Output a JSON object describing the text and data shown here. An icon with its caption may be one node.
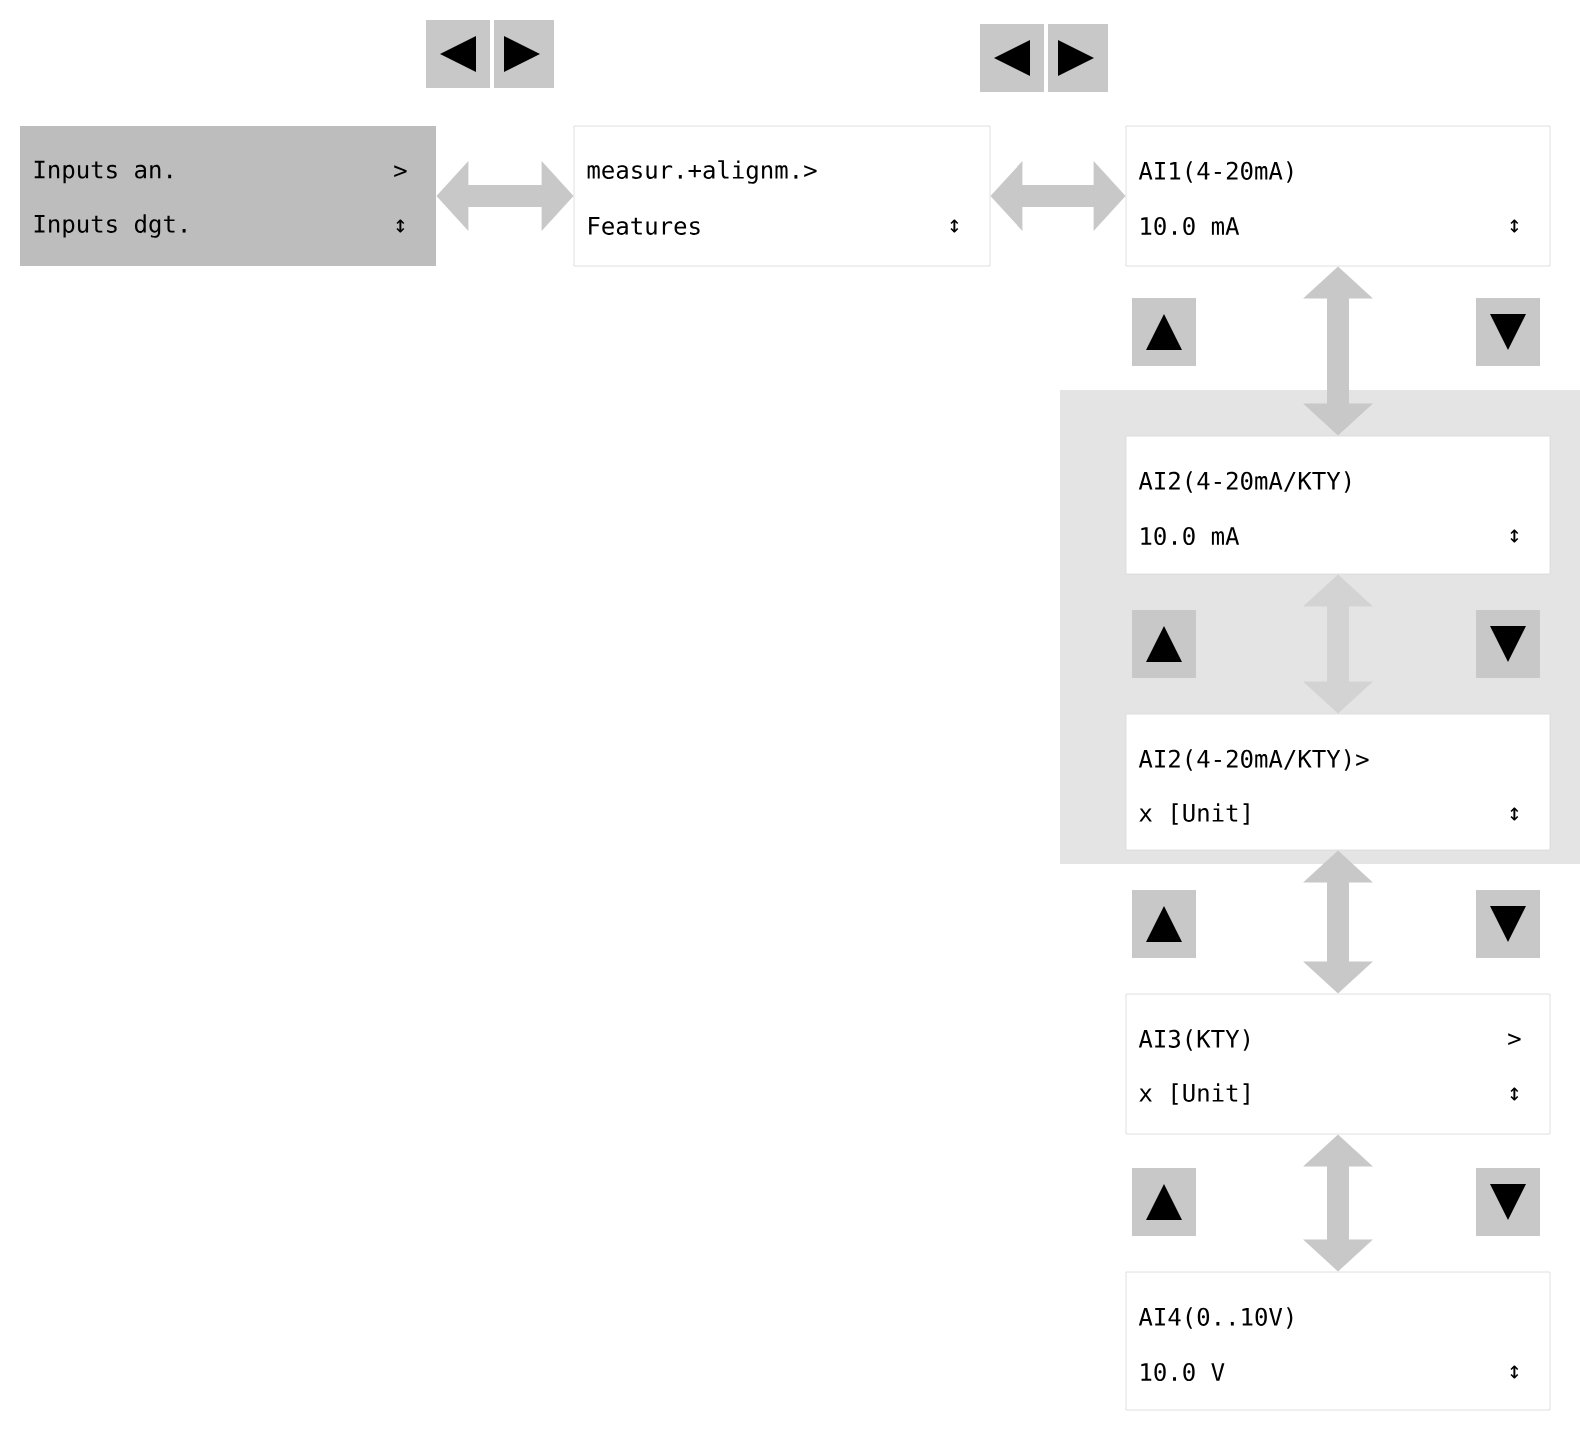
{
  "diagram": {
    "nodes": [
      {
        "text": [
          "Inputs an.",
          ">",
          "Inputs dgt.",
          "↕"
        ]
      },
      {
        "text": [
          "measur.+alignm.>",
          "Features",
          "↕"
        ]
      },
      {
        "text": [
          "AI1(4-20mA)",
          "10.0 mA",
          "↕"
        ]
      },
      {
        "text": [],
        "shape": "box"
      },
      {
        "text": [
          "AI2(4-20mA/KTY)",
          "10.0 mA",
          "↕"
        ],
        "in": 3
      },
      {
        "text": [
          "AI2(4-20mA/KTY)>",
          "x [Unit]",
          "↕"
        ],
        "in": 3
      },
      {
        "text": [
          "AI3(KTY)",
          ">",
          "x [Unit]",
          "↕"
        ]
      },
      {
        "text": [
          "AI4(0..10V)",
          "10.0 V",
          "↕"
        ]
      }
    ],
    "edges": [
      {
        "from": 0,
        "to": 1,
        "arrow": "both"
      },
      {
        "from": 1,
        "to": 2,
        "arrow": "both"
      },
      {
        "from": 2,
        "to": 4,
        "arrow": "both"
      },
      {
        "from": 4,
        "to": 5,
        "arrow": "both",
        "color": "#d3d3d3"
      },
      {
        "from": 5,
        "to": 6,
        "arrow": "both"
      },
      {
        "from": 6,
        "to": 7,
        "arrow": "both"
      }
    ]
  }
}
